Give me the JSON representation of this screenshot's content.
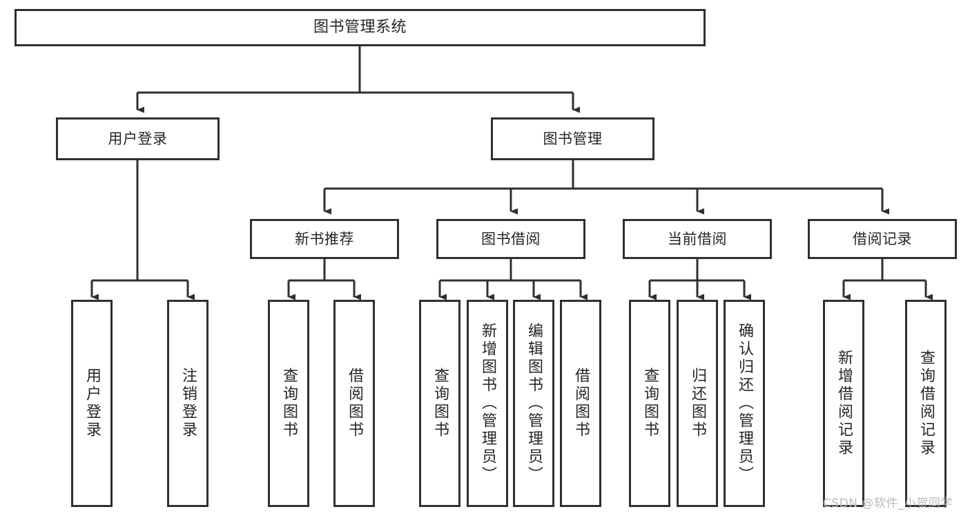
{
  "diagram": {
    "type": "tree",
    "title": "图书管理系统",
    "orientation": "top-down",
    "colors": {
      "box_border": "#2f2f2f",
      "box_fill": "#ffffff",
      "edge": "#2f2f2f",
      "text": "#262626",
      "watermark": "#b9b9b9"
    }
  },
  "watermark": {
    "text": "CSDN @软件_小贺同学"
  },
  "nodes": {
    "root": {
      "label": "图书管理系统"
    },
    "level2": [
      {
        "label": "用户登录"
      },
      {
        "label": "图书管理"
      }
    ],
    "level3": [
      {
        "label": "新书推荐"
      },
      {
        "label": "图书借阅"
      },
      {
        "label": "当前借阅"
      },
      {
        "label": "借阅记录"
      }
    ],
    "leaves": {
      "user_login": [
        {
          "label": "用户登录"
        },
        {
          "label": "注销登录"
        }
      ],
      "new_book_recommend": [
        {
          "label": "查询图书"
        },
        {
          "label": "借阅图书"
        }
      ],
      "book_borrow": [
        {
          "label": "查询图书"
        },
        {
          "label": "新增图书（管理员）"
        },
        {
          "label": "编辑图书（管理员）"
        },
        {
          "label": "借阅图书"
        }
      ],
      "current_borrow": [
        {
          "label": "查询图书"
        },
        {
          "label": "归还图书"
        },
        {
          "label": "确认归还（管理员）"
        }
      ],
      "borrow_record": [
        {
          "label": "新增借阅记录"
        },
        {
          "label": "查询借阅记录"
        }
      ]
    }
  }
}
